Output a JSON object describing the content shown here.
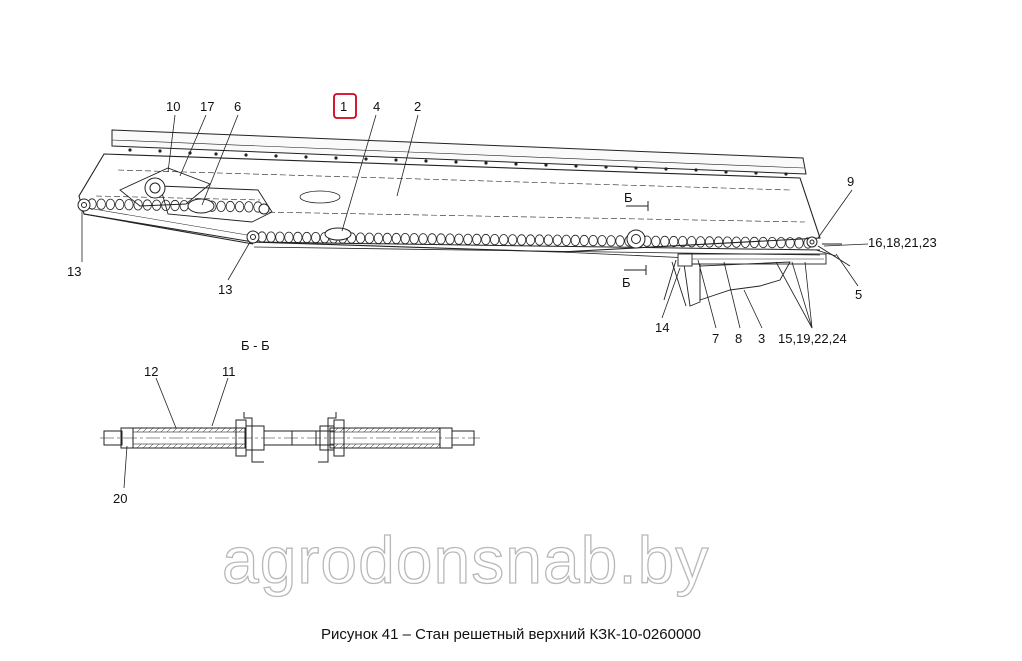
{
  "diagram": {
    "title_callout": "1",
    "callouts": {
      "c10": "10",
      "c17": "17",
      "c6": "6",
      "c1": "1",
      "c4": "4",
      "c2": "2",
      "c9": "9",
      "c16": "16,18,21,23",
      "c5": "5",
      "c13a": "13",
      "c13b": "13",
      "c14": "14",
      "c7": "7",
      "c8": "8",
      "c3": "3",
      "c15": "15,19,22,24",
      "c12": "12",
      "c11": "11",
      "c20": "20"
    },
    "section_marker": "Б",
    "section_label": "Б - Б",
    "watermark": "agrodonsnab.by",
    "caption": "Рисунок 41 – Стан решетный верхний КЗК-10-0260000",
    "colors": {
      "line": "#222222",
      "highlight": "#d0021b",
      "watermark": "#b8b8b8"
    }
  }
}
